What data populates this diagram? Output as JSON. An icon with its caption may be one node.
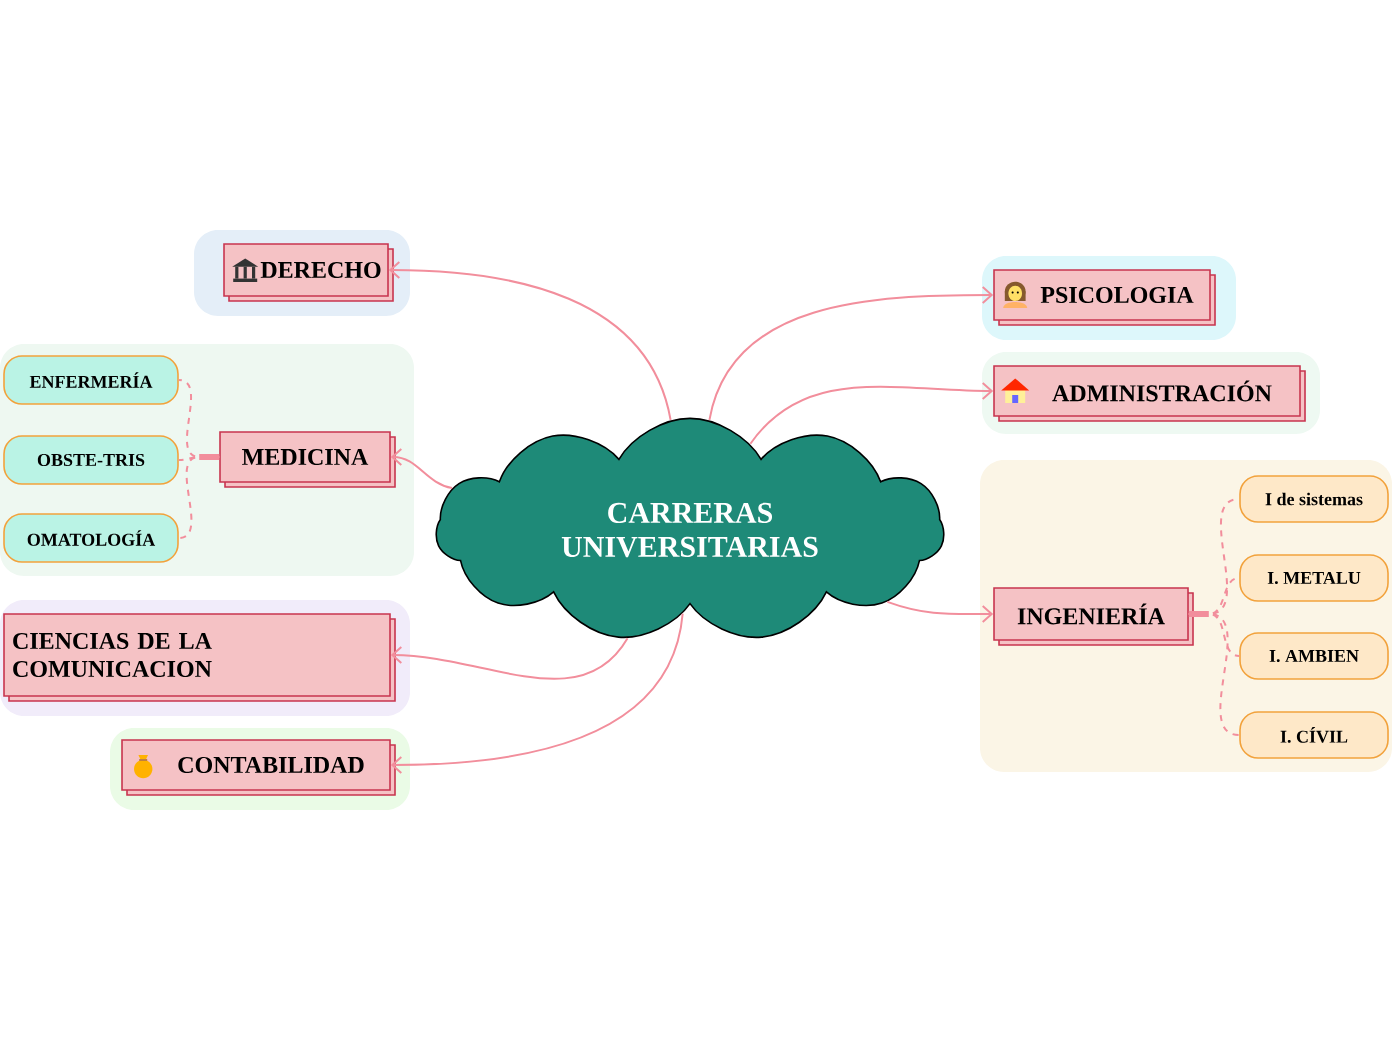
{
  "diagram": {
    "nodes": [
      {
        "text": [
          "CARRERAS UNIVERSITARIAS"
        ]
      },
      {
        "text": [
          "DERECHO"
        ]
      },
      {
        "text": [
          "MEDICINA"
        ]
      },
      {
        "text": [
          "ENFERMERÍA"
        ]
      },
      {
        "text": [
          "OBSTE-TRIS"
        ]
      },
      {
        "text": [
          "OMATOLOGÍA"
        ]
      },
      {
        "text": [
          "CIENCIAS DE LA COMUNICACION"
        ]
      },
      {
        "text": [
          "CONTABILIDAD"
        ]
      },
      {
        "text": [
          "PSICOLOGIA"
        ]
      },
      {
        "text": [
          "ADMINISTRACIÓN"
        ]
      },
      {
        "text": [
          "INGENIERÍA"
        ]
      },
      {
        "text": [
          "I de sistemas"
        ]
      },
      {
        "text": [
          "I. METALU"
        ]
      },
      {
        "text": [
          "I. AMBIEN"
        ]
      },
      {
        "text": [
          "I. CÍVIL"
        ]
      }
    ],
    "edges": [
      {
        "from": 0,
        "to": 1,
        "arrow": "to"
      },
      {
        "from": 0,
        "to": 2,
        "arrow": "to"
      },
      {
        "from": 0,
        "to": 6,
        "arrow": "to"
      },
      {
        "from": 0,
        "to": 7,
        "arrow": "to"
      },
      {
        "from": 0,
        "to": 8,
        "arrow": "to"
      },
      {
        "from": 0,
        "to": 9,
        "arrow": "to"
      },
      {
        "from": 0,
        "to": 10,
        "arrow": "to"
      },
      {
        "from": 2,
        "to": 3,
        "arrow": "none",
        "style": "dashed"
      },
      {
        "from": 2,
        "to": 4,
        "arrow": "none",
        "style": "dashed"
      },
      {
        "from": 2,
        "to": 5,
        "arrow": "none",
        "style": "dashed"
      },
      {
        "from": 10,
        "to": 11,
        "arrow": "none",
        "style": "dashed"
      },
      {
        "from": 10,
        "to": 12,
        "arrow": "none",
        "style": "dashed"
      },
      {
        "from": 10,
        "to": 13,
        "arrow": "none",
        "style": "dashed"
      },
      {
        "from": 10,
        "to": 14,
        "arrow": "none",
        "style": "dashed"
      }
    ]
  }
}
